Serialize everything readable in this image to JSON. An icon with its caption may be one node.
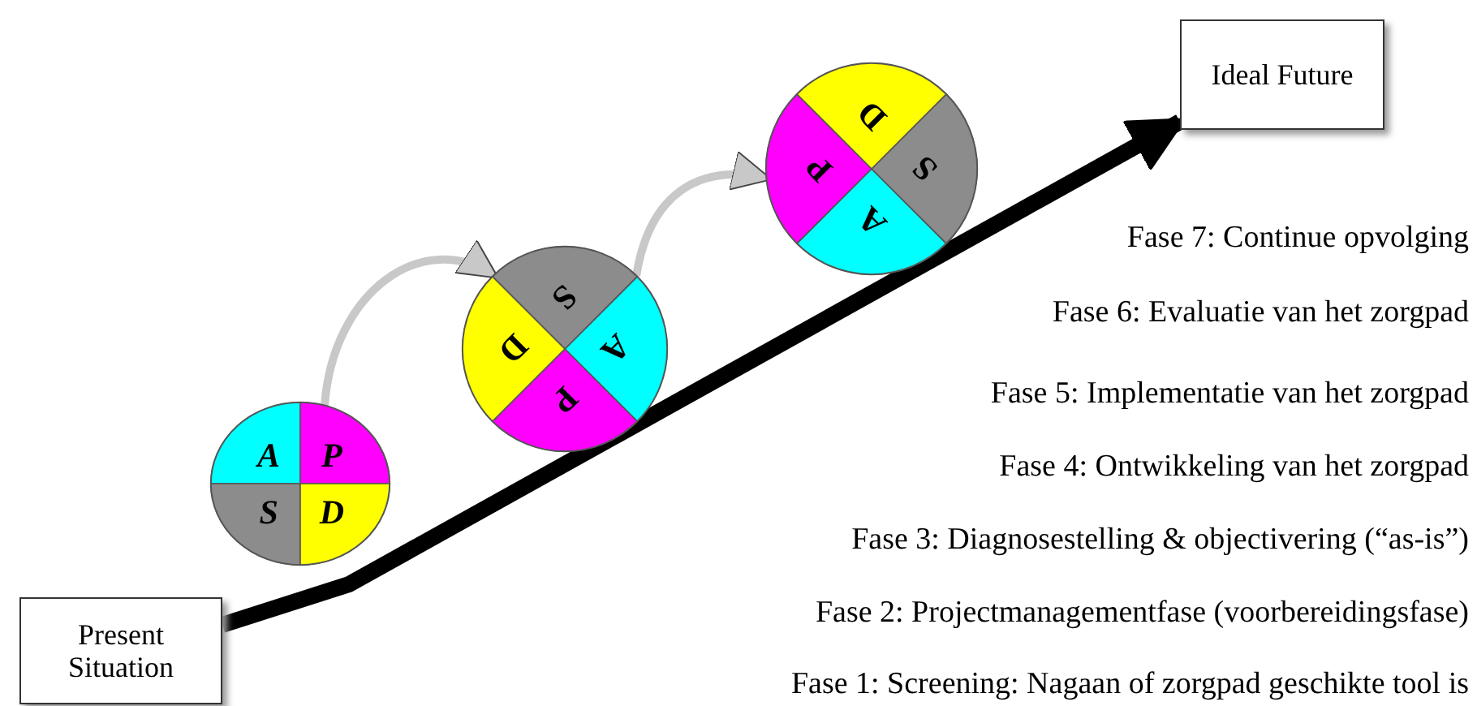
{
  "diagram": {
    "nodes": [
      {
        "text": [
          "Present Situation"
        ]
      },
      {
        "text": [],
        "shape": "circle"
      },
      {
        "text": [
          "A"
        ],
        "in": 1
      },
      {
        "text": [
          "P"
        ],
        "in": 1
      },
      {
        "text": [
          "S"
        ],
        "in": 1
      },
      {
        "text": [
          "D"
        ],
        "in": 1
      },
      {
        "text": [],
        "shape": "circle"
      },
      {
        "text": [
          "A"
        ],
        "in": 6
      },
      {
        "text": [
          "P"
        ],
        "in": 6
      },
      {
        "text": [
          "S"
        ],
        "in": 6
      },
      {
        "text": [
          "D"
        ],
        "in": 6
      },
      {
        "text": [],
        "shape": "circle"
      },
      {
        "text": [
          "A"
        ],
        "in": 11
      },
      {
        "text": [
          "P"
        ],
        "in": 11
      },
      {
        "text": [
          "S"
        ],
        "in": 11
      },
      {
        "text": [
          "D"
        ],
        "in": 11
      },
      {
        "text": [
          "Ideal Future"
        ]
      }
    ],
    "edges": [
      {
        "from": 0,
        "to": 16,
        "arrow": "to",
        "style": "thick",
        "color": "#000000"
      },
      {
        "from": 1,
        "to": 6,
        "arrow": "to"
      },
      {
        "from": 6,
        "to": 11,
        "arrow": "to"
      }
    ],
    "labels": [
      "Fase 7: Continue opvolging",
      "Fase 6: Evaluatie van het zorgpad",
      "Fase 5: Implementatie van het zorgpad",
      "Fase 4: Ontwikkeling van het zorgpad",
      "Fase 3: Diagnosestelling & objectivering (“as-is”)",
      "Fase 2: Projectmanagementfase (voorbereidingsfase)",
      "Fase 1: Screening: Nagaan of zorgpad geschikte tool is"
    ]
  }
}
